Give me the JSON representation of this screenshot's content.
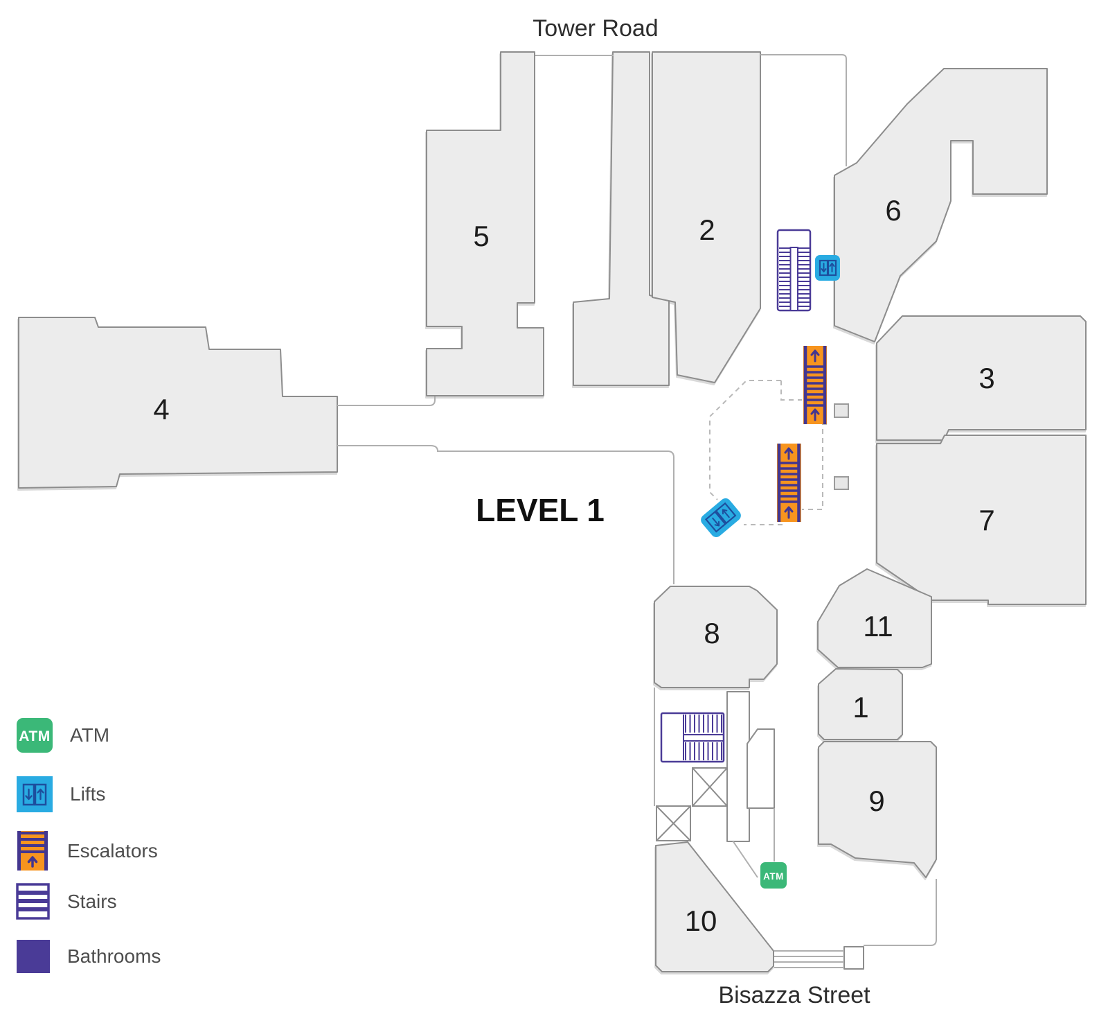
{
  "map": {
    "level_label": "LEVEL 1",
    "streets": {
      "top": "Tower Road",
      "bottom": "Bisazza Street"
    },
    "units": {
      "u1": {
        "label": "1"
      },
      "u2": {
        "label": "2"
      },
      "u3": {
        "label": "3"
      },
      "u4": {
        "label": "4"
      },
      "u5": {
        "label": "5"
      },
      "u6": {
        "label": "6"
      },
      "u7": {
        "label": "7"
      },
      "u8": {
        "label": "8"
      },
      "u9": {
        "label": "9"
      },
      "u10": {
        "label": "10"
      },
      "u11": {
        "label": "11"
      }
    }
  },
  "legend": {
    "items": [
      {
        "id": "atm",
        "icon": "atm-icon",
        "label": "ATM"
      },
      {
        "id": "lifts",
        "icon": "lift-icon",
        "label": "Lifts"
      },
      {
        "id": "escalators",
        "icon": "escalator-icon",
        "label": "Escalators"
      },
      {
        "id": "stairs",
        "icon": "stairs-icon",
        "label": "Stairs"
      },
      {
        "id": "bathrooms",
        "icon": "bathrooms-icon",
        "label": "Bathrooms"
      }
    ]
  },
  "icons": {
    "atm_label": "ATM"
  },
  "colors": {
    "atm_green": "#3BB878",
    "lift_blue": "#29ABE2",
    "lift_door_navy": "#1D4F9E",
    "escalator_orange": "#F7941E",
    "stairs_purple": "#4A3B97",
    "bathrooms_purple": "#4A3B97",
    "unit_fill": "#ECECEC",
    "unit_stroke": "#8D8D8D"
  }
}
